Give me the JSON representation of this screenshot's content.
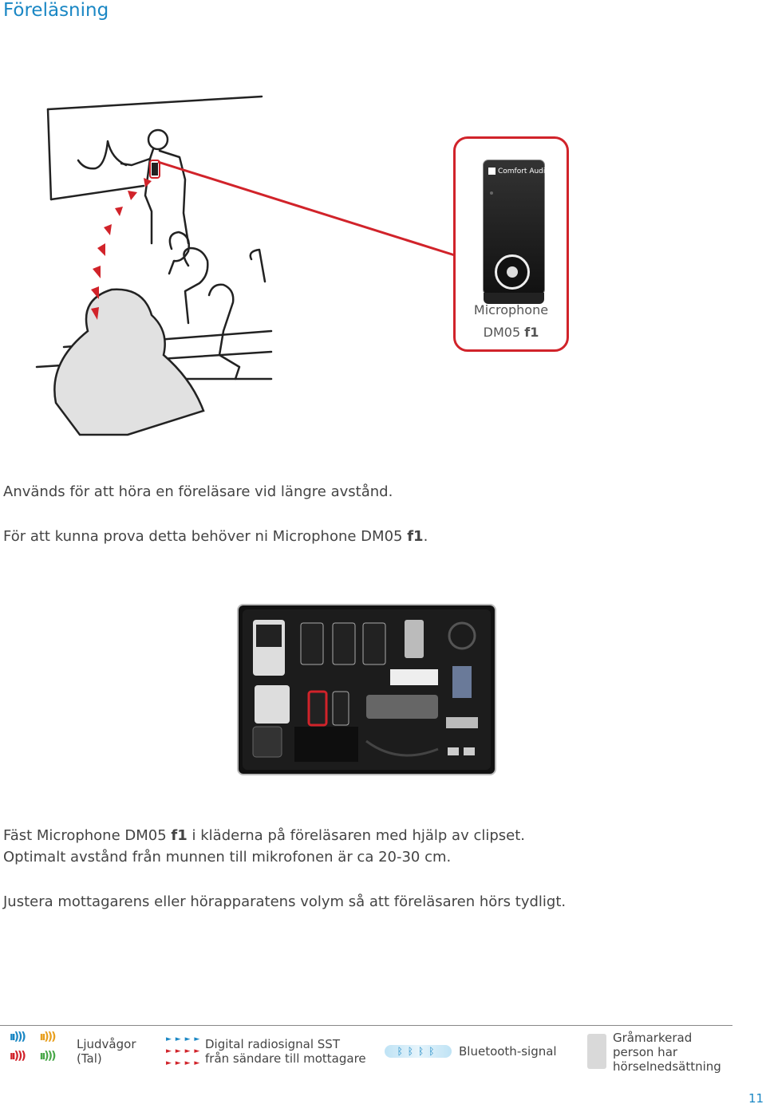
{
  "page_title": "Föreläsning",
  "callout": {
    "device_logo": "Comfort Audio",
    "caption_line1": "Microphone",
    "caption_line2_prefix": "DM05",
    "caption_line2_suffix": "f1"
  },
  "body": {
    "p1": "Används för att höra en föreläsare vid längre avstånd.",
    "p2_prefix": "För att kunna prova detta behöver ni Microphone DM05",
    "p2_bold": "f1",
    "p2_suffix": ".",
    "p3_prefix": "Fäst Microphone DM05",
    "p3_bold": "f1",
    "p3_suffix": "i kläderna på föreläsaren med hjälp av clipset.",
    "p4": "Optimalt avstånd från munnen till mikrofonen är ca 20-30 cm.",
    "p5": "Justera mottagarens eller hörapparatens volym så att föreläsaren hörs tydligt."
  },
  "legend": {
    "sound_line1": "Ljudvågor",
    "sound_line2": "(Tal)",
    "radio_line1": "Digital radiosignal SST",
    "radio_line2": "från sändare till mottagare",
    "bluetooth": "Bluetooth-signal",
    "gray_line1": "Gråmarkerad",
    "gray_line2": "person har",
    "gray_line3": "hörselnedsättning"
  },
  "page_number": "11",
  "colors": {
    "accent_blue": "#1a87c4",
    "accent_red": "#d1232a",
    "body_text": "#444444"
  }
}
